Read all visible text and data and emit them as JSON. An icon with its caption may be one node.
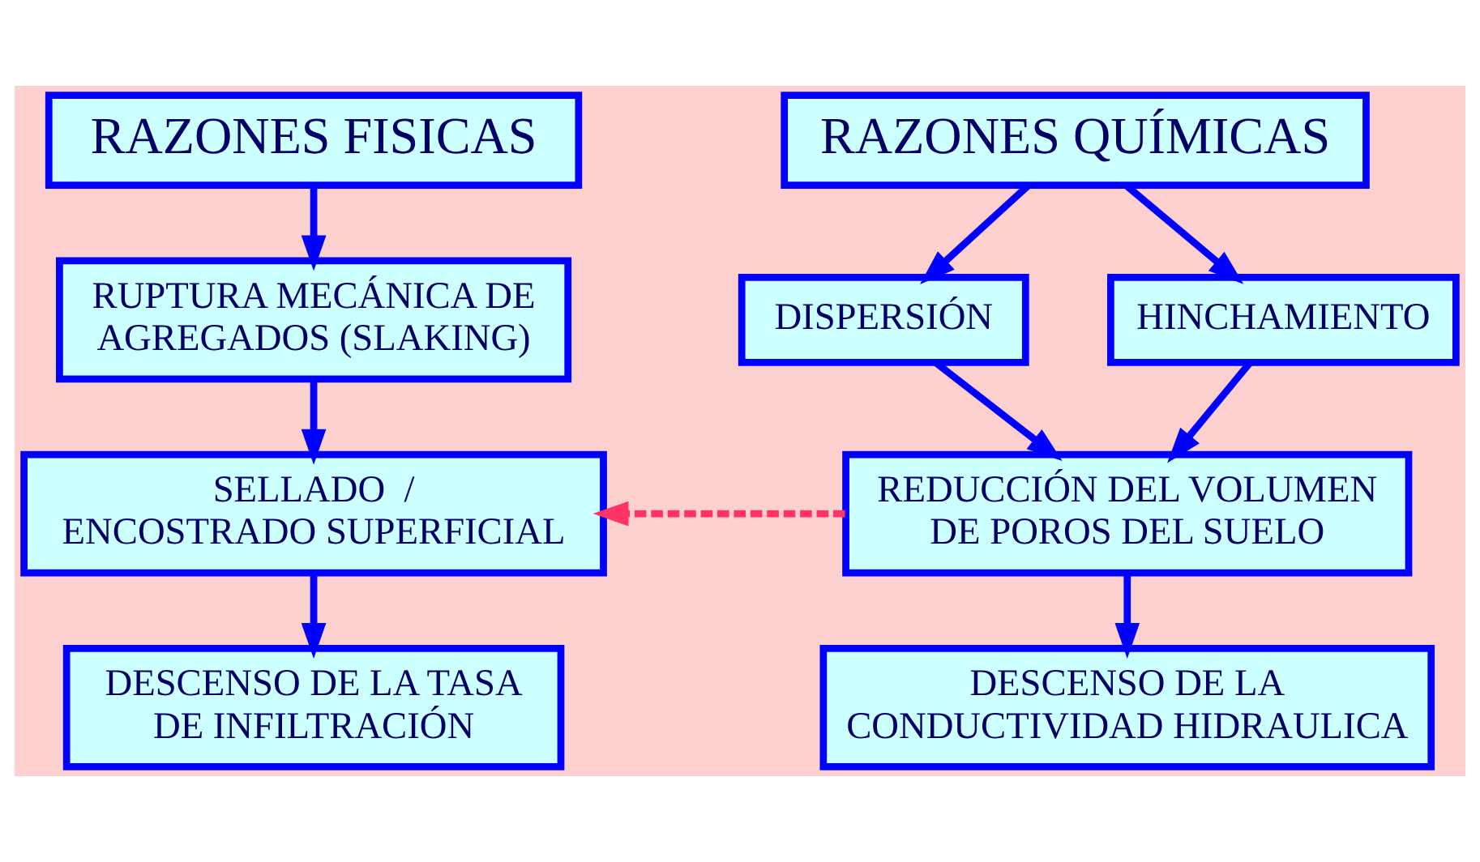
{
  "diagram": {
    "nodes": [
      {
        "text": [
          "RAZONES FISICAS"
        ]
      },
      {
        "text": [
          "RAZONES QUÍMICAS"
        ]
      },
      {
        "text": [
          "RUPTURA MECÁNICA DE AGREGADOS (SLAKING)"
        ]
      },
      {
        "text": [
          "DISPERSIÓN"
        ]
      },
      {
        "text": [
          "HINCHAMIENTO"
        ]
      },
      {
        "text": [
          "SELLADO  / ENCOSTRADO SUPERFICIAL"
        ]
      },
      {
        "text": [
          "REDUCCIÓN DEL VOLUMEN DE POROS DEL SUELO"
        ]
      },
      {
        "text": [
          "DESCENSO DE LA TASA DE INFILTRACIÓN"
        ]
      },
      {
        "text": [
          "DESCENSO DE LA CONDUCTIVIDAD HIDRAULICA"
        ]
      }
    ],
    "edges": [
      {
        "from": 0,
        "to": 2,
        "arrow": "to"
      },
      {
        "from": 1,
        "to": 3,
        "arrow": "to"
      },
      {
        "from": 1,
        "to": 4,
        "arrow": "to"
      },
      {
        "from": 2,
        "to": 5,
        "arrow": "to"
      },
      {
        "from": 3,
        "to": 6,
        "arrow": "to"
      },
      {
        "from": 4,
        "to": 6,
        "arrow": "to"
      },
      {
        "from": 5,
        "to": 7,
        "arrow": "to"
      },
      {
        "from": 6,
        "to": 8,
        "arrow": "to"
      },
      {
        "from": 6,
        "to": 5,
        "arrow": "to",
        "style": "dashed",
        "color": "#ff3366"
      }
    ]
  }
}
